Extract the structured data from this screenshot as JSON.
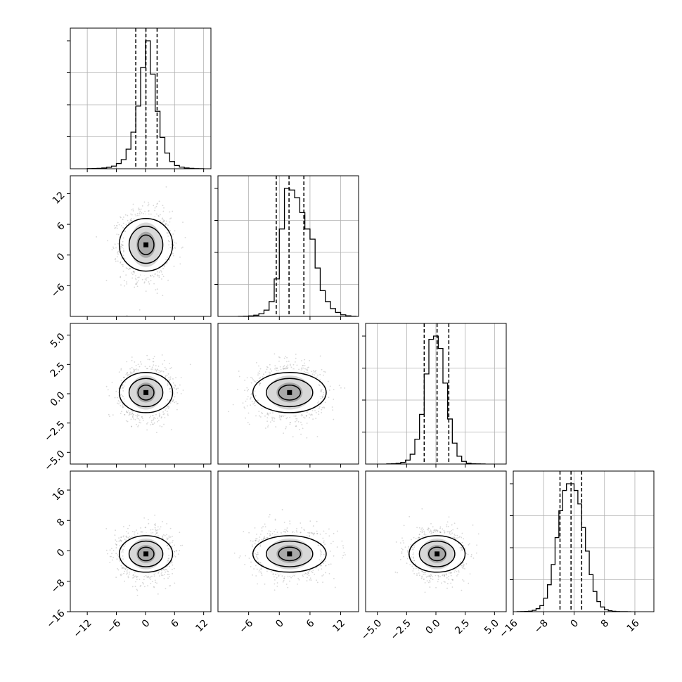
{
  "chart_data": {
    "type": "corner",
    "n_dims": 4,
    "quantiles": [
      0.16,
      0.5,
      0.84
    ],
    "contour_levels": [
      0.5,
      1.0,
      1.5
    ],
    "colors": {
      "ink": "#000000",
      "grid": "#b0b0b0",
      "scatter": "#8c8c8c",
      "fill": "#bdbdbd"
    },
    "params": [
      {
        "ticks": [
          -12,
          -6,
          0,
          6,
          12
        ],
        "tick_labels": [
          "−12",
          "−6",
          "0",
          "6",
          "12"
        ],
        "range": [
          -15.5,
          13.5
        ],
        "mean": 0.1,
        "std": 2.3,
        "quantile_values": [
          -2.0,
          0.1,
          2.4
        ]
      },
      {
        "ticks": [
          -6,
          0,
          6,
          12
        ],
        "tick_labels": [
          "−6",
          "0",
          "6",
          "12"
        ],
        "range": [
          -12.0,
          15.5
        ],
        "mean": 2.0,
        "std": 3.0,
        "quantile_values": [
          -0.6,
          1.9,
          4.8
        ]
      },
      {
        "ticks": [
          -5.0,
          -2.5,
          0.0,
          2.5,
          5.0
        ],
        "tick_labels": [
          "−5.0",
          "−2.5",
          "0.0",
          "2.5",
          "5.0"
        ],
        "range": [
          -6.0,
          6.0
        ],
        "mean": 0.1,
        "std": 1.0,
        "quantile_values": [
          -1.0,
          0.1,
          1.1
        ]
      },
      {
        "ticks": [
          -16,
          -8,
          0,
          8,
          16
        ],
        "tick_labels": [
          "−16",
          "−8",
          "0",
          "8",
          "16"
        ],
        "range": [
          -16.0,
          21.0
        ],
        "mean": -0.8,
        "std": 2.8,
        "quantile_values": [
          -3.7,
          -0.8,
          2.0
        ]
      }
    ],
    "histograms": [
      {
        "bins": [
          -12,
          -11,
          -10,
          -9,
          -8,
          -7,
          -6,
          -5,
          -4,
          -3,
          -2,
          -1,
          0,
          1,
          2,
          3,
          4,
          5,
          6,
          7,
          8,
          9,
          10,
          11
        ],
        "counts": [
          2,
          4,
          6,
          12,
          22,
          40,
          80,
          140,
          300,
          560,
          960,
          1550,
          1960,
          1450,
          880,
          480,
          240,
          110,
          50,
          24,
          12,
          6,
          3,
          1
        ]
      },
      {
        "bins": [
          -8,
          -7,
          -6,
          -5,
          -4,
          -3,
          -2,
          -1,
          0,
          1,
          2,
          3,
          4,
          5,
          6,
          7,
          8,
          9,
          10,
          11,
          12,
          13,
          14
        ],
        "counts": [
          1,
          3,
          6,
          15,
          35,
          80,
          190,
          480,
          1120,
          1640,
          1620,
          1520,
          1330,
          1120,
          990,
          620,
          330,
          190,
          100,
          50,
          20,
          8,
          2
        ]
      },
      {
        "bins": [
          -4.2,
          -3.8,
          -3.4,
          -3.0,
          -2.6,
          -2.2,
          -1.8,
          -1.4,
          -1.0,
          -0.6,
          -0.2,
          0.2,
          0.6,
          1.0,
          1.4,
          1.8,
          2.2,
          2.6,
          3.0,
          3.4,
          3.8
        ],
        "counts": [
          2,
          5,
          10,
          25,
          60,
          150,
          380,
          760,
          1380,
          1910,
          1960,
          1770,
          1240,
          690,
          320,
          120,
          40,
          12,
          4,
          2,
          1
        ]
      },
      {
        "bins": [
          -15,
          -14,
          -13,
          -12,
          -11,
          -10,
          -9,
          -8,
          -7,
          -6,
          -5,
          -4,
          -3,
          -2,
          -1,
          0,
          1,
          2,
          3,
          4,
          5,
          6,
          7,
          8,
          9,
          10,
          11,
          12,
          13,
          14
        ],
        "counts": [
          1,
          2,
          4,
          8,
          20,
          45,
          90,
          200,
          400,
          700,
          1100,
          1500,
          1800,
          1900,
          1900,
          1800,
          1600,
          1250,
          900,
          550,
          300,
          150,
          70,
          30,
          14,
          6,
          3,
          1,
          1,
          0
        ]
      }
    ]
  }
}
